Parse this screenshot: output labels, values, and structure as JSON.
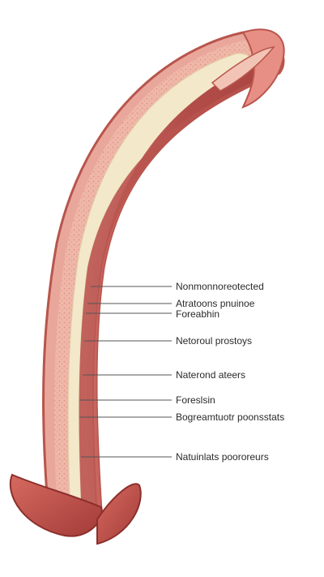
{
  "colors": {
    "outer_skin": "#e9a79c",
    "skin_edge": "#b8554c",
    "inner_tissue": "#b9544f",
    "pale_core": "#f3e8c9",
    "tissue_light": "#f2c4b6",
    "leader_line": "#555555"
  },
  "labels": [
    "Nonmonnoreotected",
    "Atratoons pnuinoe",
    "Foreabhin",
    "Netoroul prostoys",
    "Naterond ateers",
    "Foreslsin",
    "Bogreamtuotr poonsstats",
    "Natuinlats poororeurs"
  ]
}
